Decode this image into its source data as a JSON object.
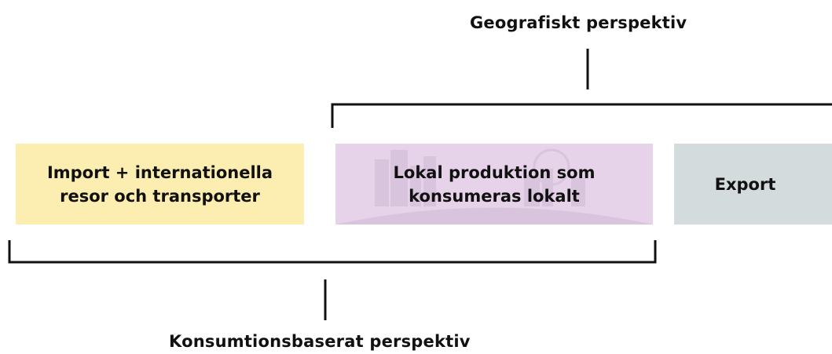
{
  "perspectives": {
    "geographic": {
      "label": "Geografiskt perspektiv"
    },
    "consumption": {
      "label": "Konsumtionsbaserat perspektiv"
    }
  },
  "boxes": {
    "import": {
      "label": "Import + internationella resor och transporter",
      "color": "#fbeeb0"
    },
    "local": {
      "label": "Lokal produktion som konsumeras lokalt",
      "color": "#e6d3ea"
    },
    "export": {
      "label": "Export",
      "color": "#d4dbdd"
    }
  },
  "colors": {
    "line": "#111111",
    "skyline": "#d9c4dd"
  }
}
